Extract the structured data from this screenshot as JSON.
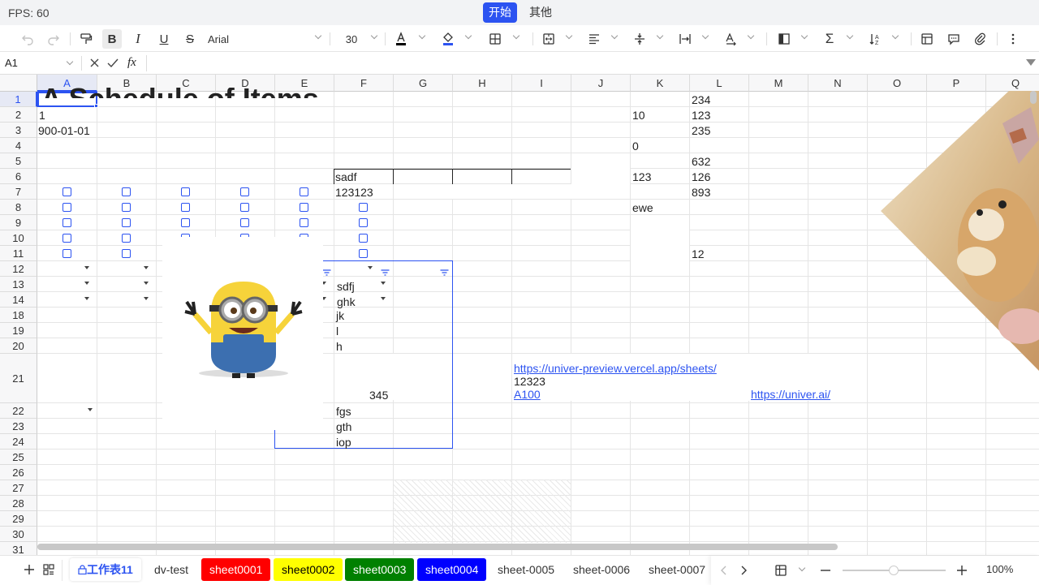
{
  "topbar": {
    "fps": "FPS: 60",
    "tabs": [
      {
        "label": "开始",
        "active": true
      },
      {
        "label": "其他",
        "active": false
      }
    ]
  },
  "toolbar": {
    "font_name": "Arial",
    "font_size": "30"
  },
  "formula_bar": {
    "cell_ref": "A1",
    "fx": "fx",
    "value": ""
  },
  "grid": {
    "columns": [
      "A",
      "B",
      "C",
      "D",
      "E",
      "F",
      "G",
      "H",
      "I",
      "J",
      "K",
      "L",
      "M",
      "N",
      "O",
      "P",
      "Q"
    ],
    "rows": [
      "1",
      "2",
      "3",
      "4",
      "5",
      "6",
      "7",
      "8",
      "9",
      "10",
      "11",
      "12",
      "13",
      "14",
      "18",
      "19",
      "20",
      "21",
      "22",
      "23",
      "24",
      "25",
      "26",
      "27",
      "28",
      "29",
      "30",
      "31"
    ],
    "selected_cell": "A1",
    "cells": {
      "a1_title": "A Schedule of Items",
      "a2": "1",
      "a3": "900-01-01",
      "k2": "10",
      "k4": "0",
      "k6": "123",
      "k8": "ewe",
      "l1": "234",
      "l2": "123",
      "l3": "235",
      "l5": "632",
      "l6": "126",
      "l7": "893",
      "l11": "12",
      "f6": "sadf",
      "f7": "123123",
      "f13": "sdfj",
      "f14": "ghk",
      "f18": "jk",
      "f19": "l",
      "f20": "h",
      "e21": "345",
      "f22": "fgs",
      "f23": "gth",
      "f24": "iop",
      "i21_link": "https://univer-preview.vercel.app/sheets/",
      "i21_text": "12323",
      "i21_ref": "A100",
      "m21_link": "https://univer.ai/"
    }
  },
  "sheets": {
    "tabs": [
      {
        "label": "工作表11",
        "active": true,
        "bg": "",
        "color": "#2c53f1",
        "locked": true
      },
      {
        "label": "dv-test",
        "bg": "",
        "color": "#333"
      },
      {
        "label": "sheet0001",
        "bg": "#ff0000",
        "color": "#ffffff"
      },
      {
        "label": "sheet0002",
        "bg": "#ffff00",
        "color": "#000000"
      },
      {
        "label": "sheet0003",
        "bg": "#008000",
        "color": "#ffffff"
      },
      {
        "label": "sheet0004",
        "bg": "#0000ff",
        "color": "#ffffff"
      },
      {
        "label": "sheet-0005",
        "bg": "",
        "color": "#333"
      },
      {
        "label": "sheet-0006",
        "bg": "",
        "color": "#333"
      },
      {
        "label": "sheet-0007",
        "bg": "",
        "color": "#333"
      }
    ],
    "zoom": "100%"
  },
  "colors": {
    "accent": "#2c53f1"
  }
}
